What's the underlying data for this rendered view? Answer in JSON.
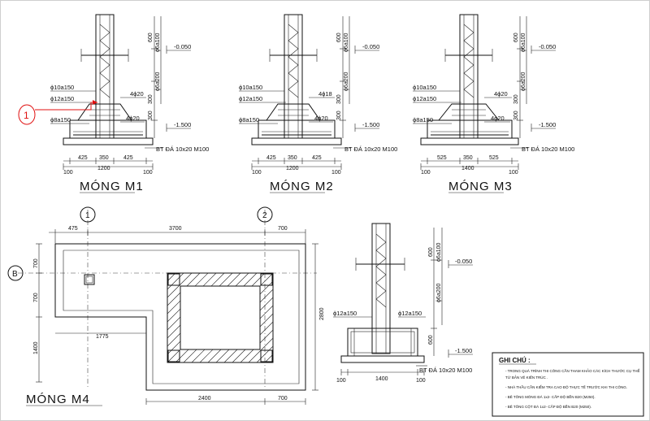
{
  "footings": [
    {
      "title": "MÓNG M1",
      "rebar_top": "ϕ10a150",
      "rebar_mid": "ϕ12a150",
      "rebar_bot": "ϕ8a150",
      "bars_upper": "4ϕ20",
      "bars_lower": "4ϕ20",
      "elev_top": "-0.050",
      "elev_bot": "-1.500",
      "lean": "BT ĐÁ 10x20 M100",
      "dim_600": "600",
      "dim_stir1": "ϕ6a100",
      "dim_stir2": "ϕ6a200",
      "dim_300a": "300",
      "dim_300b": "300",
      "w_left": "425",
      "w_mid": "350",
      "w_right": "425",
      "w_total": "1200",
      "edge_l": "100",
      "edge_r": "100"
    },
    {
      "title": "MÓNG M2",
      "rebar_top": "ϕ10a150",
      "rebar_mid": "ϕ12a150",
      "rebar_bot": "ϕ8a150",
      "bars_upper": "4ϕ18",
      "bars_lower": "4ϕ20",
      "elev_top": "-0.050",
      "elev_bot": "-1.500",
      "lean": "BT ĐÁ 10x20 M100",
      "dim_600": "600",
      "dim_stir1": "ϕ6a100",
      "dim_stir2": "ϕ6a200",
      "dim_300a": "300",
      "dim_300b": "300",
      "w_left": "425",
      "w_mid": "350",
      "w_right": "425",
      "w_total": "1200",
      "edge_l": "100",
      "edge_r": "100"
    },
    {
      "title": "MÓNG M3",
      "rebar_top": "ϕ10a150",
      "rebar_mid": "ϕ12a150",
      "rebar_bot": "ϕ8a150",
      "bars_upper": "4ϕ20",
      "bars_lower": "4ϕ20",
      "elev_top": "-0.050",
      "elev_bot": "-1.500",
      "lean": "BT ĐÁ 10x20 M100",
      "dim_600": "600",
      "dim_stir1": "ϕ6a100",
      "dim_stir2": "ϕ6a200",
      "dim_300a": "300",
      "dim_300b": "300",
      "w_left": "525",
      "w_mid": "350",
      "w_right": "525",
      "w_total": "1400",
      "edge_l": "100",
      "edge_r": "100"
    }
  ],
  "markup": {
    "circle_label": "1"
  },
  "plan": {
    "title": "MÓNG M4",
    "axis_1": "1",
    "axis_2": "2",
    "axis_b": "B",
    "top_left": "475",
    "top_mid": "3700",
    "top_right": "700",
    "left_700a": "700",
    "left_700b": "700",
    "left_1400": "1400",
    "inner_1775": "1775",
    "right_2800": "2800",
    "bot_2400": "2400",
    "bot_700": "700"
  },
  "section4": {
    "rebar_left": "ϕ12a150",
    "rebar_right": "ϕ12a150",
    "elev_top": "-0.050",
    "elev_bot": "-1.500",
    "lean": "BT ĐÁ 10x20 M100",
    "dim_600a": "600",
    "dim_600b": "600",
    "dim_stir1": "ϕ6a100",
    "dim_stir2": "ϕ6a200",
    "w_total": "1400",
    "edge_l": "100",
    "edge_r": "100"
  },
  "notes": {
    "heading": "GHI CHÚ :",
    "lines": [
      "- TRONG QUÁ TRÌNH THI CÔNG CẦN THAM KHẢO CÁC KÍCH THƯỚC CỤ THỂ",
      "  TỪ BẢN VẼ KIẾN TRÚC .",
      "- NHÀ THẦU CẦN KIỂM TRA CAO ĐỘ THỰC TẾ TRƯỚC KHI THI CÔNG.",
      "- BÊ TÔNG MÓNG ĐÁ 1x2- CẤP ĐỘ BỀN B20 (M250).",
      "- BÊ TÔNG CỘT ĐÁ 1x2- CẤP ĐỘ BỀN B20 (M250)."
    ]
  }
}
